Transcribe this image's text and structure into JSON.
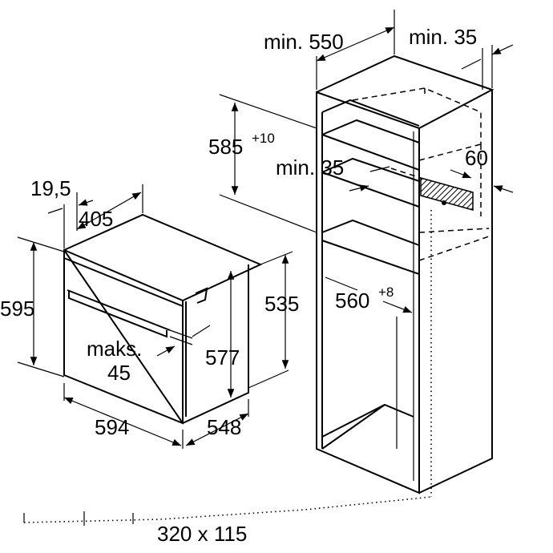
{
  "dimensions": {
    "cabinet_depth": "min. 550",
    "side_gap": "min. 35",
    "niche_height": "585",
    "niche_height_tol": "+10",
    "vent_gap": "min. 35",
    "vent_depth": "60",
    "niche_width": "560",
    "niche_width_tol": "+8",
    "front_offset": "19,5",
    "oven_body_depth": "405",
    "oven_height": "595",
    "door_height": "577",
    "body_height": "535",
    "handle_label": "maks.",
    "handle_value": "45",
    "oven_width": "594",
    "oven_depth": "548",
    "cable_opening": "320 x 115"
  }
}
